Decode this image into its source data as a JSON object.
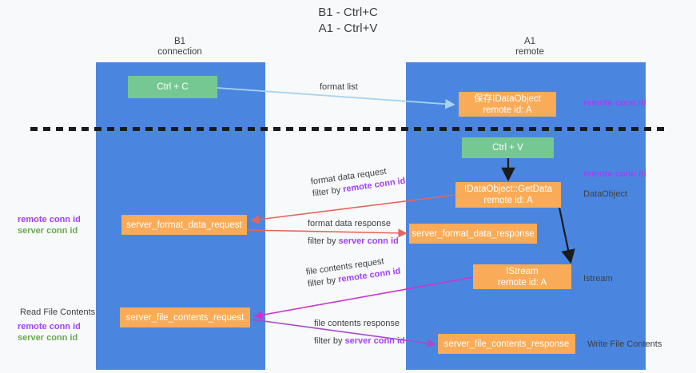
{
  "title": {
    "line1": "B1 - Ctrl+C",
    "line2": "A1 - Ctrl+V"
  },
  "columns": {
    "left": {
      "name": "B1",
      "role": "connection"
    },
    "right": {
      "name": "A1",
      "role": "remote"
    }
  },
  "nodes": {
    "ctrl_c": {
      "line1": "Ctrl + C",
      "line2": "",
      "color": "#76c893"
    },
    "idataobject": {
      "line1": "保存IDataObject",
      "line2": "remote id: A",
      "color": "#f9ab57"
    },
    "ctrl_v": {
      "line1": "Ctrl + V",
      "line2": "",
      "color": "#76c893"
    },
    "getdata": {
      "line1": "IDataObject::GetData",
      "line2": "remote id: A",
      "color": "#f9ab57"
    },
    "server_format_data_request": {
      "line1": "server_format_data_request",
      "line2": "",
      "color": "#f9ab57"
    },
    "server_format_data_response": {
      "line1": "server_format_data_response",
      "line2": "",
      "color": "#f9ab57"
    },
    "istream": {
      "line1": "IStream",
      "line2": "remote id: A",
      "color": "#f9ab57"
    },
    "server_file_contents_request": {
      "line1": "server_file_contents_request",
      "line2": "",
      "color": "#f9ab57"
    },
    "server_file_contents_response": {
      "line1": "server_file_contents_response",
      "line2": "",
      "color": "#f9ab57"
    }
  },
  "annotations": {
    "format_list": "format list",
    "remote_conn_id_top": "remote conn id",
    "remote_conn_id_mid": "remote conn id",
    "dataobject": "DataObject",
    "istream_label": "Istream",
    "write_file_contents": "Write File Contents",
    "read_file_contents": "Read File Contents",
    "remote_conn_id": "remote conn id",
    "server_conn_id": "server conn id",
    "format_data_request": "format data request",
    "format_data_response": "format data response",
    "file_contents_request": "file contents request",
    "file_contents_response": "file contents response",
    "filter_by": "filter by"
  },
  "colors": {
    "lane": "#4a86e0",
    "green_node": "#76c893",
    "orange_node": "#f9ab57",
    "purple_text": "#a142f4",
    "green_text": "#6aa84f",
    "arrow_blue": "#a7d2f0",
    "arrow_red": "#e8645a",
    "arrow_magenta": "#cc33cc",
    "arrow_purple": "#a64ac9",
    "arrow_black": "#1b1b1b",
    "dashed_line": "#1b1b1b",
    "background": "#f8f9fa"
  }
}
